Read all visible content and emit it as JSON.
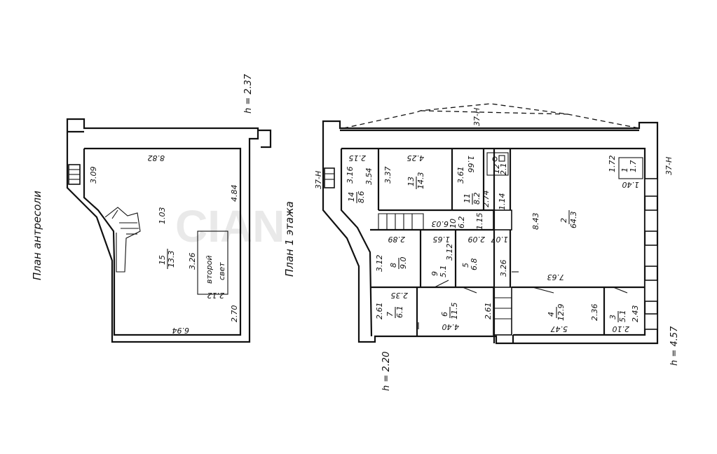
{
  "plans": {
    "mezzanine": {
      "title": "План антресоли",
      "height_note": "h = 2.37",
      "room": {
        "number": "15",
        "area": "13.3"
      },
      "second_light": {
        "line1": "второй",
        "line2": "свет"
      },
      "dimensions": [
        "8.82",
        "3.09",
        "4.84",
        "1.03",
        "3.26",
        "2.12",
        "6.94",
        "2.70"
      ]
    },
    "first_floor": {
      "title": "План 1 этажа",
      "height_left": "h = 2.20",
      "height_right": "h = 4.57",
      "axis_labels": [
        "37-Н",
        "37-Н",
        "37-Н"
      ],
      "rooms": [
        {
          "number": "14",
          "area": "8.6"
        },
        {
          "number": "13",
          "area": "14.3"
        },
        {
          "number": "12",
          "area": "2.1"
        },
        {
          "number": "11",
          "area": "8.2"
        },
        {
          "number": "10",
          "area": "6.2"
        },
        {
          "number": "2",
          "area": "64.3"
        },
        {
          "number": "1",
          "area": "1.7"
        },
        {
          "number": "8",
          "area": "9.0"
        },
        {
          "number": "9",
          "area": "5.1"
        },
        {
          "number": "5",
          "area": "6.8"
        },
        {
          "number": "7",
          "area": "6.1"
        },
        {
          "number": "6",
          "area": "11.5"
        },
        {
          "number": "4",
          "area": "12.9"
        },
        {
          "number": "3",
          "area": "5.1"
        }
      ],
      "dimensions": [
        "2.15",
        "4.25",
        "1.66",
        "3.16",
        "3.54",
        "3.37",
        "3.61",
        "2.74",
        "1.14",
        "6.03",
        "1.15",
        "2.89",
        "1.65",
        "2.09",
        "3.12",
        "3.12",
        "1.07",
        "3.26",
        "8.43",
        "1.72",
        "1.40",
        "2.35",
        "2.61",
        "2.61",
        "4.40",
        "7.63",
        "2.36",
        "5.47",
        "2.10",
        "2.43"
      ]
    }
  }
}
